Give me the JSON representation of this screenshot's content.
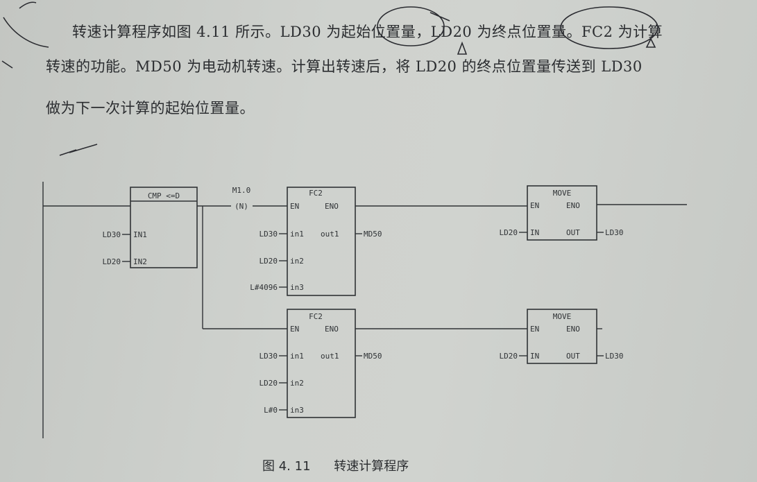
{
  "paragraph": {
    "line1": "转速计算程序如图 4.11 所示。LD30 为起始位置量，LD20 为终点位置量。FC2 为计算",
    "line2": "转速的功能。MD50 为电动机转速。计算出转速后，将 LD20 的终点位置量传送到 LD30",
    "line3": "做为下一次计算的起始位置量。"
  },
  "ladder": {
    "compare_block": {
      "title": "CMP <=D",
      "pin_in1": "IN1",
      "pin_in2": "IN2",
      "arg_in1": "LD30",
      "arg_in2": "LD20"
    },
    "contact": {
      "address": "M1.0",
      "symbol": "(N)"
    },
    "fc_top": {
      "title": "FC2",
      "pin_en": "EN",
      "pin_eno": "ENO",
      "pin_in1": "in1",
      "pin_in2": "in2",
      "pin_in3": "in3",
      "pin_out1": "out1",
      "arg_in1": "LD30",
      "arg_in2": "LD20",
      "arg_in3": "L#4096",
      "arg_out1": "MD50"
    },
    "fc_bottom": {
      "title": "FC2",
      "pin_en": "EN",
      "pin_eno": "ENO",
      "pin_in1": "in1",
      "pin_in2": "in2",
      "pin_in3": "in3",
      "pin_out1": "out1",
      "arg_in1": "LD30",
      "arg_in2": "LD20",
      "arg_in3": "L#0",
      "arg_out1": "MD50"
    },
    "move_top": {
      "title": "MOVE",
      "pin_en": "EN",
      "pin_eno": "ENO",
      "pin_in": "IN",
      "pin_out": "OUT",
      "arg_in": "LD20",
      "arg_out": "LD30"
    },
    "move_bottom": {
      "title": "MOVE",
      "pin_en": "EN",
      "pin_eno": "ENO",
      "pin_in": "IN",
      "pin_out": "OUT",
      "arg_in": "LD20",
      "arg_out": "LD30"
    }
  },
  "caption": {
    "figure": "图 4. 11",
    "title": "转速计算程序"
  }
}
